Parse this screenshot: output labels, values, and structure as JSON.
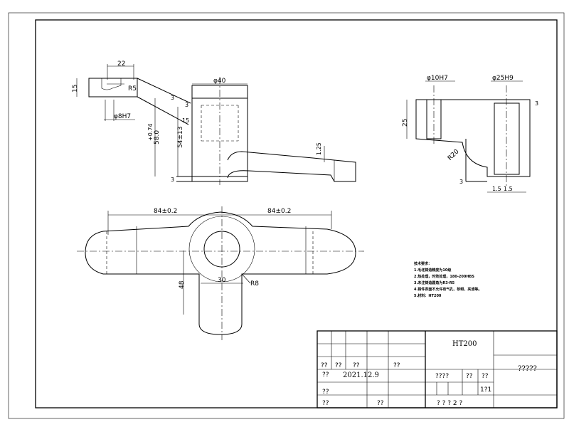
{
  "dimensions": {
    "top_width_22": "22",
    "height_15": "15",
    "radius_r5": "R5",
    "hole_8h7": "φ8H7",
    "height_58": "58.0",
    "tol_plus": "+0.74",
    "height_54": "54±13",
    "small_3a": "3",
    "small_3b": "3",
    "small_15": "15",
    "small_3c": "3",
    "boss_40": "φ40",
    "drop_125": "1.25",
    "left_84": "84±0.2",
    "right_84": "84±0.2",
    "neck_30": "30",
    "height_48": "48",
    "radius_r8": "R8",
    "sec_10h7": "φ10H7",
    "sec_25h9": "φ25H9",
    "sec_25": "25",
    "sec_r20": "R20",
    "sec_3": "3",
    "sec_3b": "3",
    "sec_15": "1.5",
    "sec_15b": "1.5"
  },
  "notes": {
    "title": "技术要求：",
    "lines": [
      "1.毛坯铸造精度为10级",
      "2.热处理，时效处理，180-200HBS",
      "3.未注铸造圆角为R3-R5",
      "4.铸件表面不允许有气孔、砂眼、夹渣等。",
      "5.材料：HT200"
    ]
  },
  "title_block": {
    "material": "HT200",
    "part_name": "?????",
    "date": "2021.12.9",
    "q1": "??",
    "q2": "??",
    "q3": "??",
    "q4": "??",
    "q5": "??",
    "q6": "??",
    "q7": "??",
    "q8": "??",
    "q9": "????",
    "q10": "??",
    "q11": "??",
    "scale": "1?1",
    "sheet": "?  ?  ? 2 ?"
  }
}
